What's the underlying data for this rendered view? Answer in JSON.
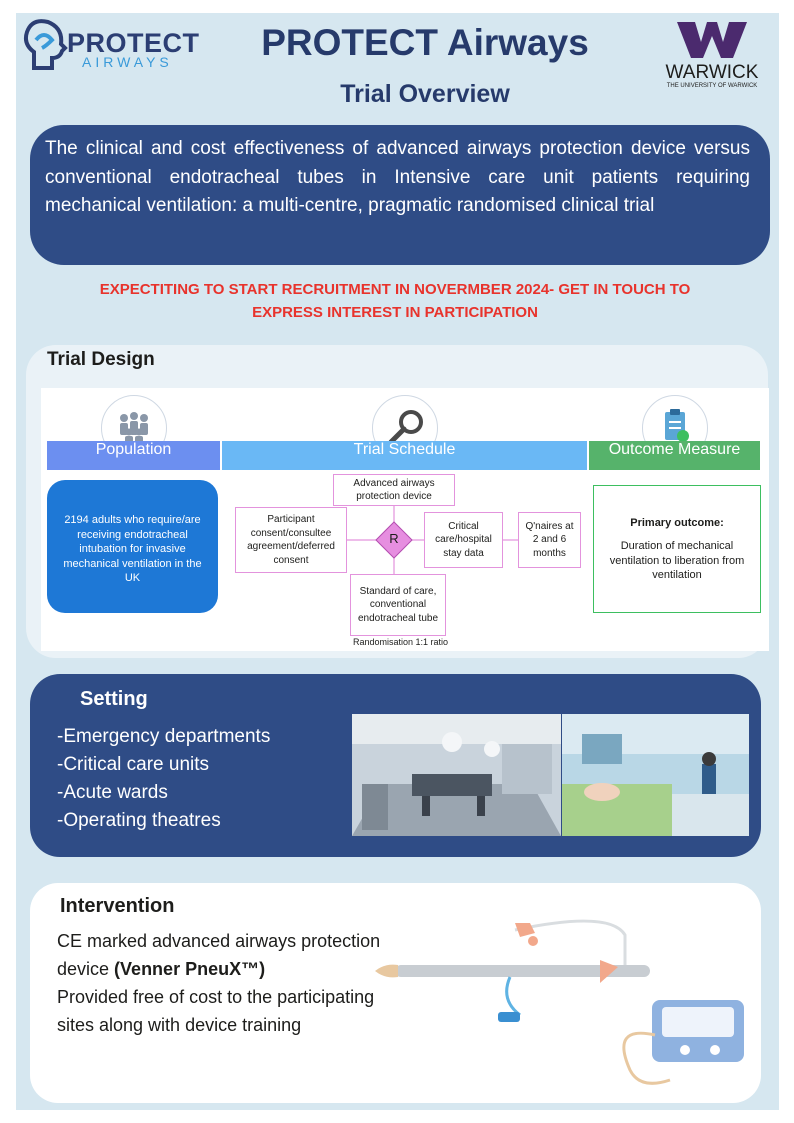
{
  "header": {
    "logo_top": "PROTECT",
    "logo_bottom": "AIRWAYS",
    "title": "PROTECT Airways",
    "subtitle": "Trial Overview",
    "uni_name": "WARWICK",
    "uni_sub": "THE UNIVERSITY OF WARWICK"
  },
  "intro": {
    "text": "The clinical and cost effectiveness of advanced airways protection device versus conventional endotracheal tubes in Intensive care unit patients requiring mechanical ventilation: a multi-centre, pragmatic randomised clinical trial"
  },
  "alert": {
    "line1": "EXPECTITING TO START RECRUITMENT IN NOVERMBER 2024- GET IN TOUCH TO",
    "line2": "EXPRESS INTEREST IN PARTICIPATION"
  },
  "design": {
    "heading": "Trial Design",
    "population_header": "Population",
    "schedule_header": "Trial Schedule",
    "outcome_header": "Outcome Measure",
    "population_text": "2194 adults who require/are receiving endotracheal intubation for invasive mechanical ventilation in the UK",
    "consent": "Participant consent/consultee agreement/deferred consent",
    "r_label": "R",
    "arm_top": "Advanced airways protection device",
    "arm_bottom": "Standard of care, conventional endotracheal tube",
    "critical": "Critical care/hospital stay data",
    "qnaires": "Q'naires at 2 and 6 months",
    "randomisation": "Randomisation 1:1 ratio",
    "primary_title": "Primary outcome:",
    "primary_text": "Duration of mechanical ventilation to liberation from ventilation"
  },
  "setting": {
    "heading": "Setting",
    "items": [
      "-Emergency departments",
      "-Critical care units",
      "-Acute wards",
      "-Operating theatres"
    ]
  },
  "intervention": {
    "heading": "Intervention",
    "line_a": "CE marked advanced airways protection device ",
    "line_b": "(Venner PneuX™)",
    "line_c": "Provided free of cost to the participating sites along with device training"
  },
  "colors": {
    "navy": "#2f4c86",
    "title": "#263a6b",
    "alert": "#e8332c",
    "population": "#6c8ff0",
    "schedule": "#6ab8f5",
    "outcome": "#56b36b",
    "warwick": "#4b2a6e"
  }
}
